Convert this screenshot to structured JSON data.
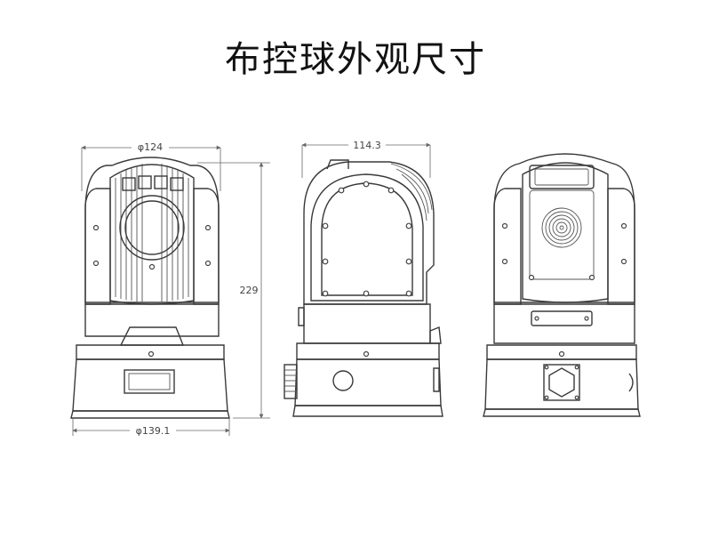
{
  "title": "布控球外观尺寸",
  "dimensions": {
    "top_diameter": "φ124",
    "width": "114.3",
    "height": "229",
    "base_diameter": "φ139.1"
  },
  "colors": {
    "line": "#3a3a3a",
    "background": "#ffffff",
    "title": "#111111"
  }
}
